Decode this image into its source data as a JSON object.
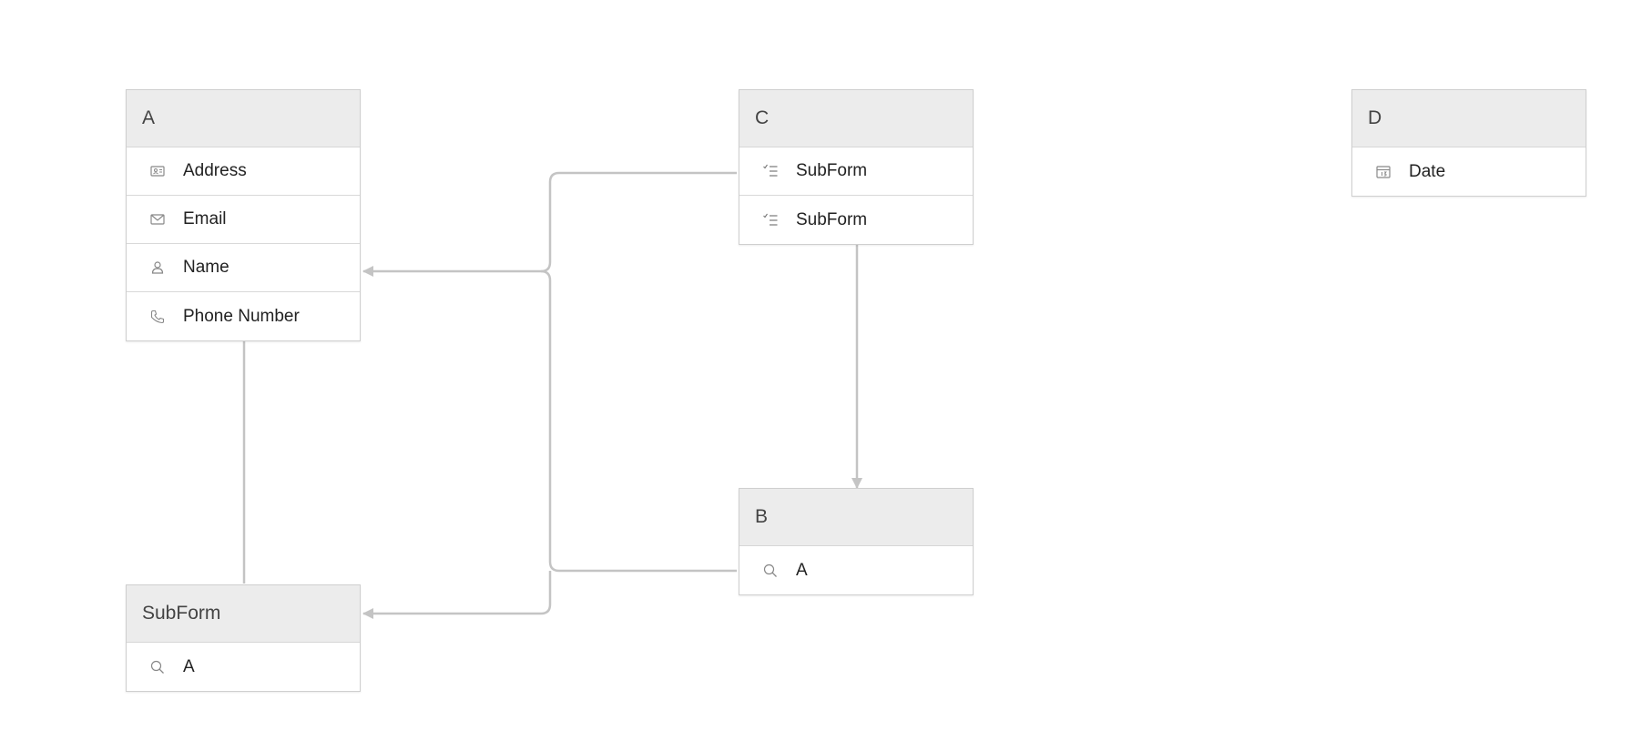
{
  "colors": {
    "connector": "#c4c4c4",
    "header_bg": "#ececec",
    "border": "#cfcfcf"
  },
  "entities": {
    "a": {
      "title": "A",
      "fields": [
        {
          "label": "Address",
          "icon": "address-card-icon"
        },
        {
          "label": "Email",
          "icon": "envelope-icon"
        },
        {
          "label": "Name",
          "icon": "person-icon"
        },
        {
          "label": "Phone Number",
          "icon": "phone-icon"
        }
      ]
    },
    "c": {
      "title": "C",
      "fields": [
        {
          "label": "SubForm",
          "icon": "checklist-icon"
        },
        {
          "label": "SubForm",
          "icon": "checklist-icon"
        }
      ]
    },
    "d": {
      "title": "D",
      "fields": [
        {
          "label": "Date",
          "icon": "calendar-icon"
        }
      ]
    },
    "b": {
      "title": "B",
      "fields": [
        {
          "label": "A",
          "icon": "search-icon"
        }
      ]
    },
    "subform": {
      "title": "SubForm",
      "fields": [
        {
          "label": "A",
          "icon": "search-icon"
        }
      ]
    }
  }
}
